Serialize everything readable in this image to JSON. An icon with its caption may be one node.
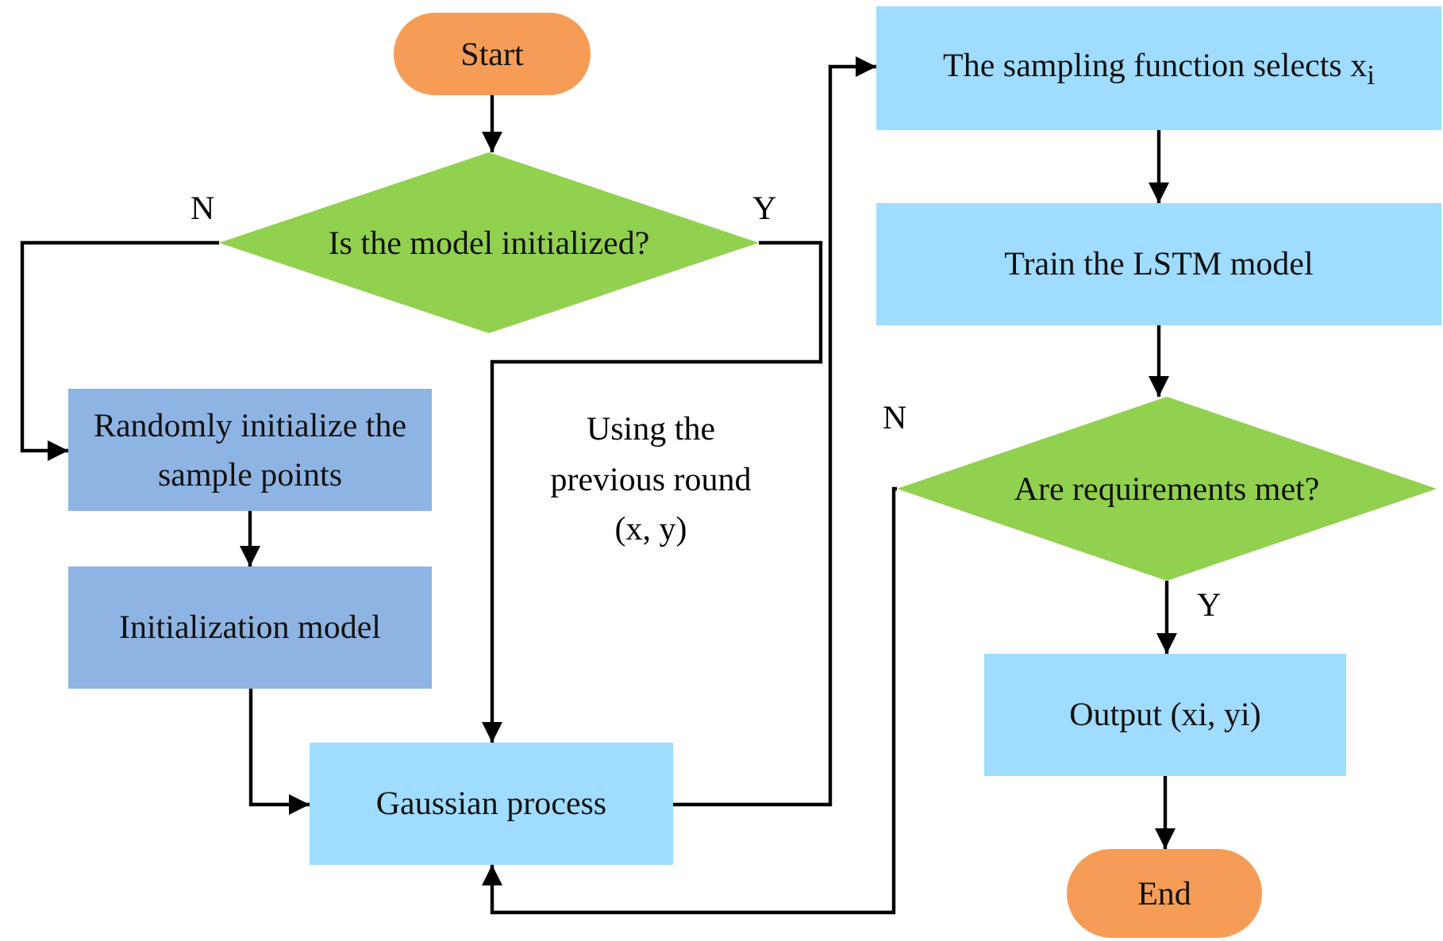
{
  "diagram": {
    "nodes": [
      {
        "text": [
          "Start"
        ]
      },
      {
        "text": [
          "Is the model initialized?"
        ]
      },
      {
        "text": [
          "Randomly initialize the sample points"
        ]
      },
      {
        "text": [
          "Initialization model"
        ]
      },
      {
        "text": [
          "Gaussian process"
        ]
      },
      {
        "text": [
          "The sampling function selects x$_{i}$"
        ]
      },
      {
        "text": [
          "Train the LSTM model"
        ]
      },
      {
        "text": [
          "Are requirements met?"
        ]
      },
      {
        "text": [
          "Output (xi, yi)"
        ]
      },
      {
        "text": [
          "End"
        ]
      }
    ],
    "edges": [
      {
        "from": 0,
        "to": 1,
        "arrow": "to"
      },
      {
        "from": 1,
        "to": 2,
        "arrow": "to",
        "label": "N"
      },
      {
        "from": 1,
        "to": 4,
        "arrow": "to",
        "label": "Y"
      },
      {
        "from": 2,
        "to": 3,
        "arrow": "to"
      },
      {
        "from": 3,
        "to": 4,
        "arrow": "to"
      },
      {
        "from": 4,
        "to": 5,
        "arrow": "to"
      },
      {
        "from": 5,
        "to": 6,
        "arrow": "to"
      },
      {
        "from": 6,
        "to": 7,
        "arrow": "to"
      },
      {
        "from": 7,
        "to": 8,
        "arrow": "to",
        "label": "Y"
      },
      {
        "from": 8,
        "to": 9,
        "arrow": "to"
      },
      {
        "from": 7,
        "to": 4,
        "arrow": "to",
        "label": "N"
      }
    ],
    "labels": [
      "Using the previous round (x, y)"
    ]
  }
}
